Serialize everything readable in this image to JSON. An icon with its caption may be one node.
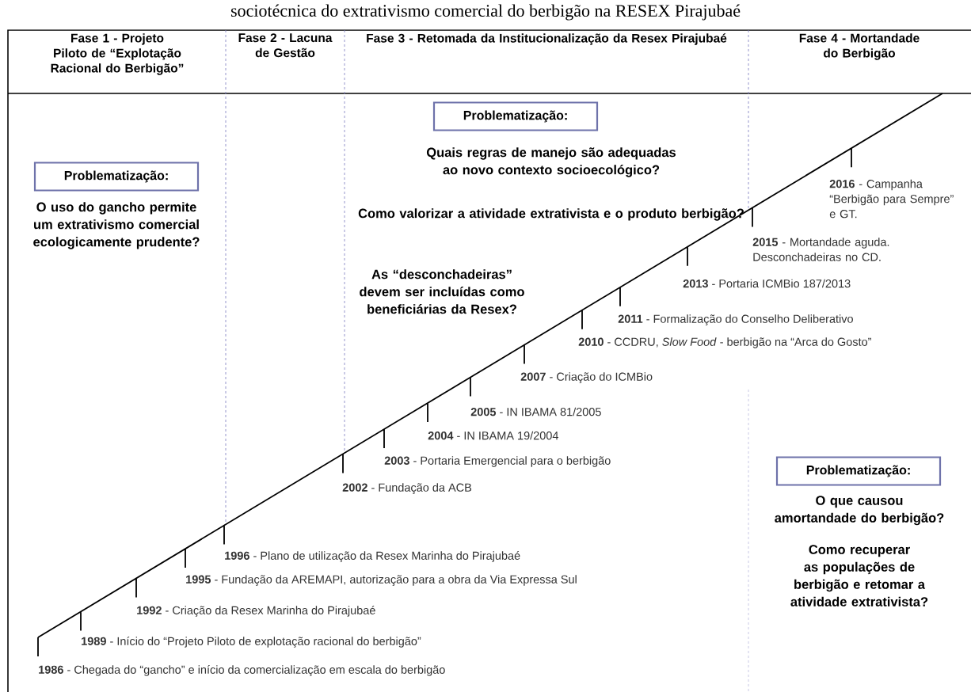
{
  "diagram": {
    "title": "sociotécnica do extrativismo comercial do berbigão na RESEX Pirajubaé",
    "nodes": [
      {
        "text": [
          "Problematização:"
        ]
      },
      {
        "text": [
          "Problematização:"
        ]
      },
      {
        "text": [
          "Problematização:"
        ]
      }
    ],
    "labels": [
      "Fase 1 - Projeto Piloto de “Explotação Racional do Berbigão”",
      "Fase 2 - Lacuna de Gestão",
      "Fase  3 - Retomada da Institucionalização da Resex Pirajubaé",
      "Fase 4 - Mortandade do Berbigão",
      "O uso do gancho permite um extrativismo comercial ecologicamente prudente?",
      "Quais regras de manejo são adequadas ao novo contexto socioecológico?",
      "Como valorizar a atividade extrativista e o produto berbigão?",
      "As “desconchadeiras” devem ser incluídas como beneficiárias da Resex?",
      "O que causou amortandade do berbigão?",
      "Como recuperar as populações de berbigão e retomar a atividade extrativista?",
      "**2016** - Campanha “Berbigão para Sempre” e GT.",
      "**2015** - Mortandade aguda. Desconchadeiras no CD.",
      "**2013** - Portaria ICMBio 187/2013",
      "**2011** - Formalização do Conselho Deliberativo",
      "**2010** - CCDRU, *Slow Food* - berbigão na “Arca do Gosto”",
      "**2007** - Criação do ICMBio",
      "**2005** - IN IBAMA 81/2005",
      "**2004** - IN IBAMA 19/2004",
      "**2003** - Portaria Emergencial para o berbigão",
      "**2002** - Fundação da ACB",
      "**1996** - Plano de utilização da Resex Marinha do Pirajubaé",
      "**1995** - Fundação da AREMAPI, autorização para a obra da Via Expressa Sul",
      "**1992** - Criação da Resex Marinha do Pirajubaé",
      "**1989** - Início do “Projeto Piloto de explotação racional do berbigão”",
      "**1986** - Chegada do “gancho” e início da comercialização em escala do berbigão"
    ]
  }
}
